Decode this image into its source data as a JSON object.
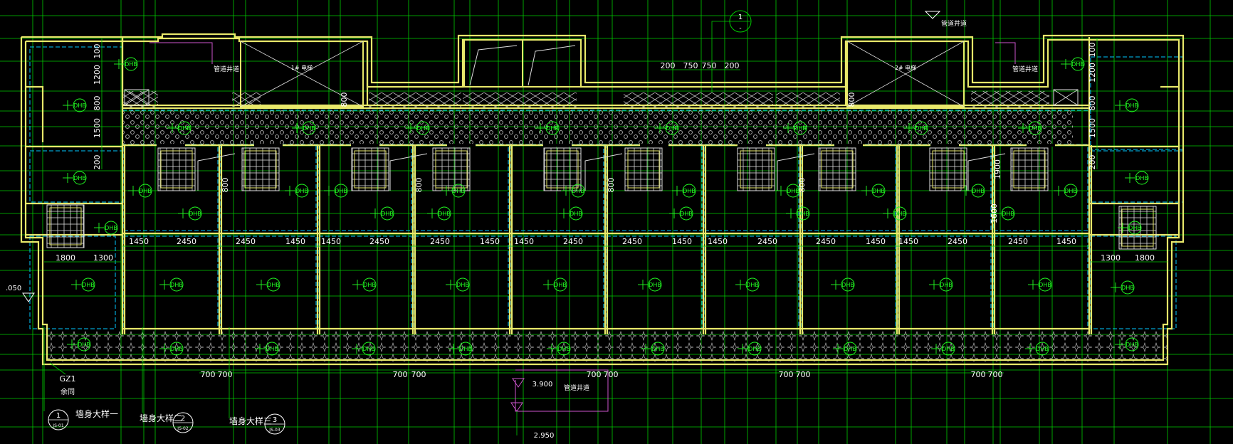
{
  "drawing": {
    "colors": {
      "background": "#000000",
      "wall": "#e8e86a",
      "axis": "#00cc00",
      "dim_text": "#ffffff",
      "dashed": "#00c8ff",
      "hatch": "#d0d0d0",
      "magenta": "#cc55cc",
      "room_tag": "#22ff22"
    },
    "room_tag": "DHB",
    "dims_row": [
      "1450",
      "2450",
      "2450",
      "1450",
      "1450",
      "2450",
      "2450",
      "1450",
      "1450",
      "2450",
      "2450",
      "1450",
      "1450",
      "2450",
      "2450",
      "1450",
      "1450",
      "2450",
      "2450",
      "1450"
    ],
    "dims_left": [
      "1800",
      "1300"
    ],
    "dims_right": [
      "1300",
      "1800"
    ],
    "dims_top_center": [
      "200",
      "750",
      "750",
      "200"
    ],
    "dims_bottom": [
      "700",
      "700",
      "700",
      "700",
      "700",
      "700",
      "700",
      "700",
      "700",
      "700"
    ],
    "vertical_dims_left": [
      "100",
      "1200",
      "800",
      "1500",
      "200"
    ],
    "vertical_dims_right": [
      "100",
      "1200",
      "800",
      "1500",
      "200"
    ],
    "vertical_dims_misc": [
      "800",
      "800",
      "800",
      "800",
      "800",
      "800",
      "1900",
      "1600"
    ],
    "elevator_labels": [
      "1# 电梯",
      "2# 电梯"
    ],
    "shaft_label": "管道井道",
    "bottom_shaft_label": "管道井道",
    "elevation_1": "3.900",
    "elevation_2": "2.950",
    "elevation_left": ".050",
    "grid_bubble_top": {
      "num": "1",
      "sub": "-"
    },
    "column_tag": "GZ1",
    "column_sub": "余同",
    "detail_1": {
      "num": "1",
      "label": "墙身大样一",
      "sub": "JS-01"
    },
    "detail_2": {
      "num": "2",
      "label": "墙身大样二",
      "sub": "JS-02"
    },
    "detail_3": {
      "num": "3",
      "label": "墙身大样三",
      "sub": "JS-03"
    }
  }
}
